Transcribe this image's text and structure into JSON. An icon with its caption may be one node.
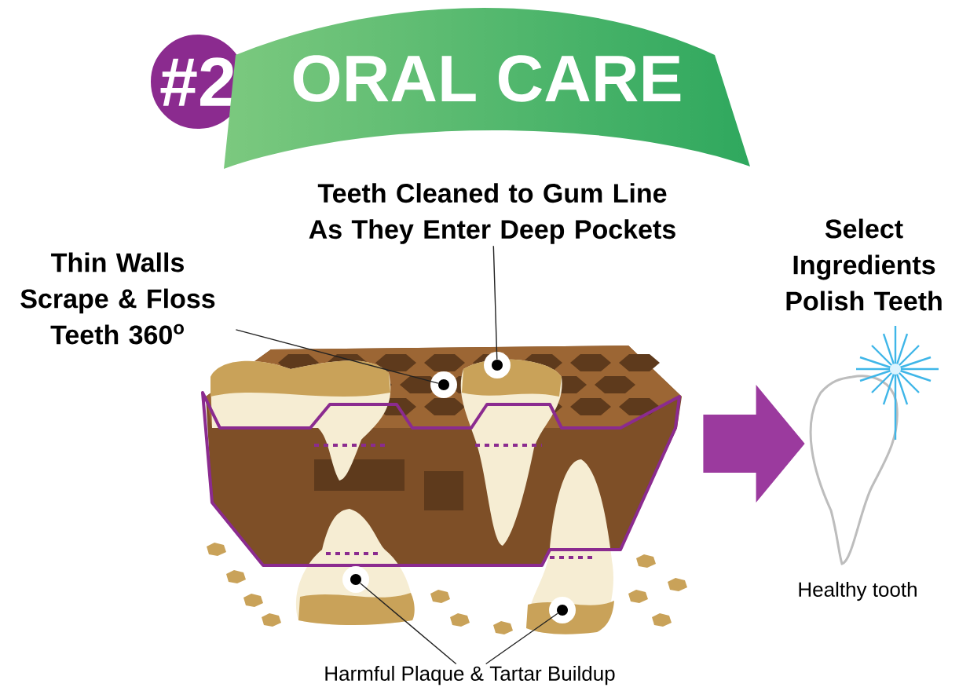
{
  "diagram": {
    "nodes": [
      {
        "text": [
          "#2"
        ]
      },
      {
        "text": [
          "ORAL CARE"
        ]
      },
      {
        "text": [
          "Teeth Cleaned to Gum Line As They Enter Deep Pockets"
        ]
      },
      {
        "text": [
          "Thin Walls Scrape & Floss Teeth 360$^{o}$"
        ]
      },
      {
        "text": [],
        "shape": "picture"
      },
      {
        "text": [],
        "shape": "circle"
      },
      {
        "text": [],
        "shape": "circle",
        "in": 4
      },
      {
        "text": [],
        "shape": "circle",
        "in": 4
      },
      {
        "text": [],
        "shape": "circle"
      },
      {
        "text": [],
        "shape": "picture",
        "beside": [
          "Healthy tooth"
        ]
      },
      {
        "text": [
          "Harmful Plaque & Tartar Buildup"
        ]
      }
    ],
    "edges": [
      {
        "from": 3,
        "to": 6,
        "arrow": "none"
      },
      {
        "from": 2,
        "to": 7,
        "arrow": "none"
      },
      {
        "from": 10,
        "to": 5,
        "arrow": "none"
      },
      {
        "from": 10,
        "to": 8,
        "arrow": "none"
      },
      {
        "from": 4,
        "to": 9,
        "arrow": "to",
        "style": "thick",
        "color": "#9b3a9e"
      }
    ],
    "labels": [
      "Select Ingredients Polish Teeth"
    ]
  }
}
